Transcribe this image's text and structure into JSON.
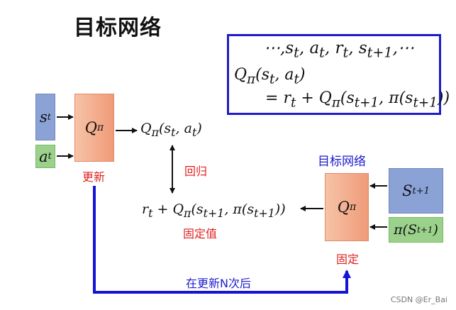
{
  "title": "目标网络",
  "formula": {
    "line1": "⋯,s_t, a_t, r_t, s_{t+1},⋯",
    "line2": "Qπ(s_t, a_t)",
    "line3": "= r_t + Qπ(s_{t+1}, π(s_{t+1}))"
  },
  "left_inputs": {
    "s": "s_t",
    "a": "a_t"
  },
  "left_net": {
    "label": "Qπ",
    "caption": "更新"
  },
  "left_output": "Qπ(s_t, a_t)",
  "regression_label": "回归",
  "target_expr": "r_t + Qπ(s_{t+1}, π(s_{t+1}))",
  "target_caption": "固定值",
  "right_net": {
    "title": "目标网络",
    "label": "Qπ",
    "caption": "固定"
  },
  "right_inputs": {
    "s": "S_{t+1}",
    "pi": "π(S_{t+1})"
  },
  "update_note": "在更新N次后",
  "watermark": "CSDN @Er_Bai",
  "colors": {
    "blue_line": "#1414d8",
    "red_text": "#e02020",
    "box_border": "#1c1ccc"
  }
}
